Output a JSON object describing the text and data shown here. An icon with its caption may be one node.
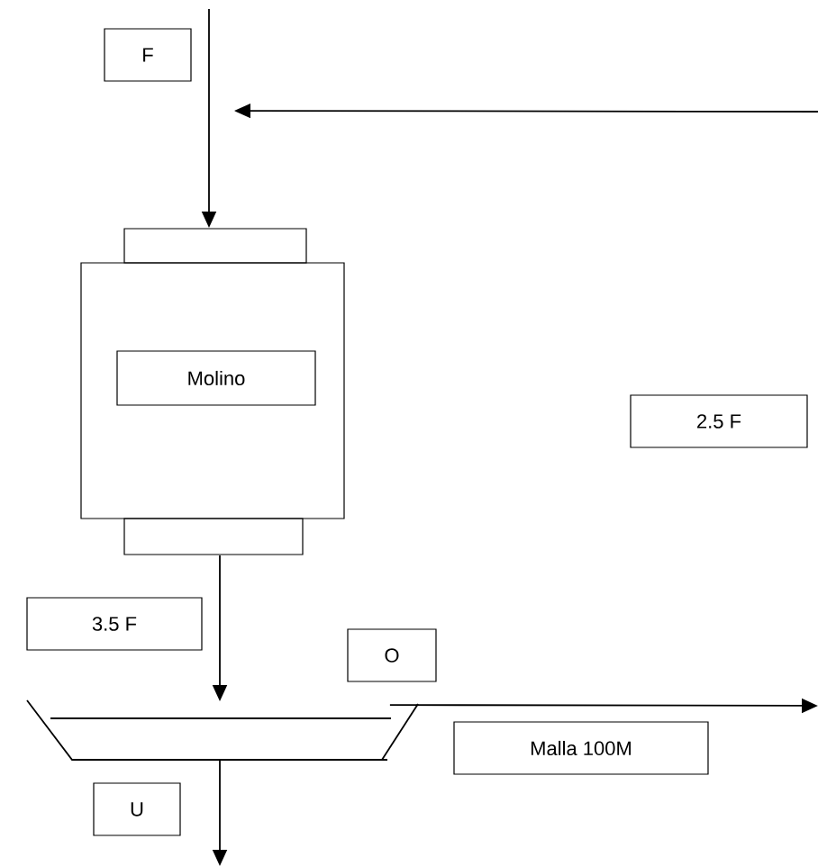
{
  "diagram": {
    "nodes": [
      {
        "text": [],
        "shape": "box"
      },
      {
        "text": [
          "Molino"
        ],
        "in": 0
      },
      {
        "text": [],
        "shape": "trapezoid"
      },
      {
        "text": [
          "2.5 F"
        ]
      },
      {
        "text": [
          "Malla 100M"
        ]
      }
    ],
    "edges": [
      {
        "from": null,
        "to": 0,
        "arrow": "to",
        "label": "F"
      },
      {
        "from": null,
        "to": 0,
        "arrow": "to"
      },
      {
        "from": 0,
        "to": 2,
        "arrow": "to",
        "label": "3.5 F"
      },
      {
        "from": 2,
        "to": null,
        "arrow": "to",
        "label": "O"
      },
      {
        "from": 2,
        "to": null,
        "arrow": "to",
        "label": "U"
      }
    ]
  }
}
